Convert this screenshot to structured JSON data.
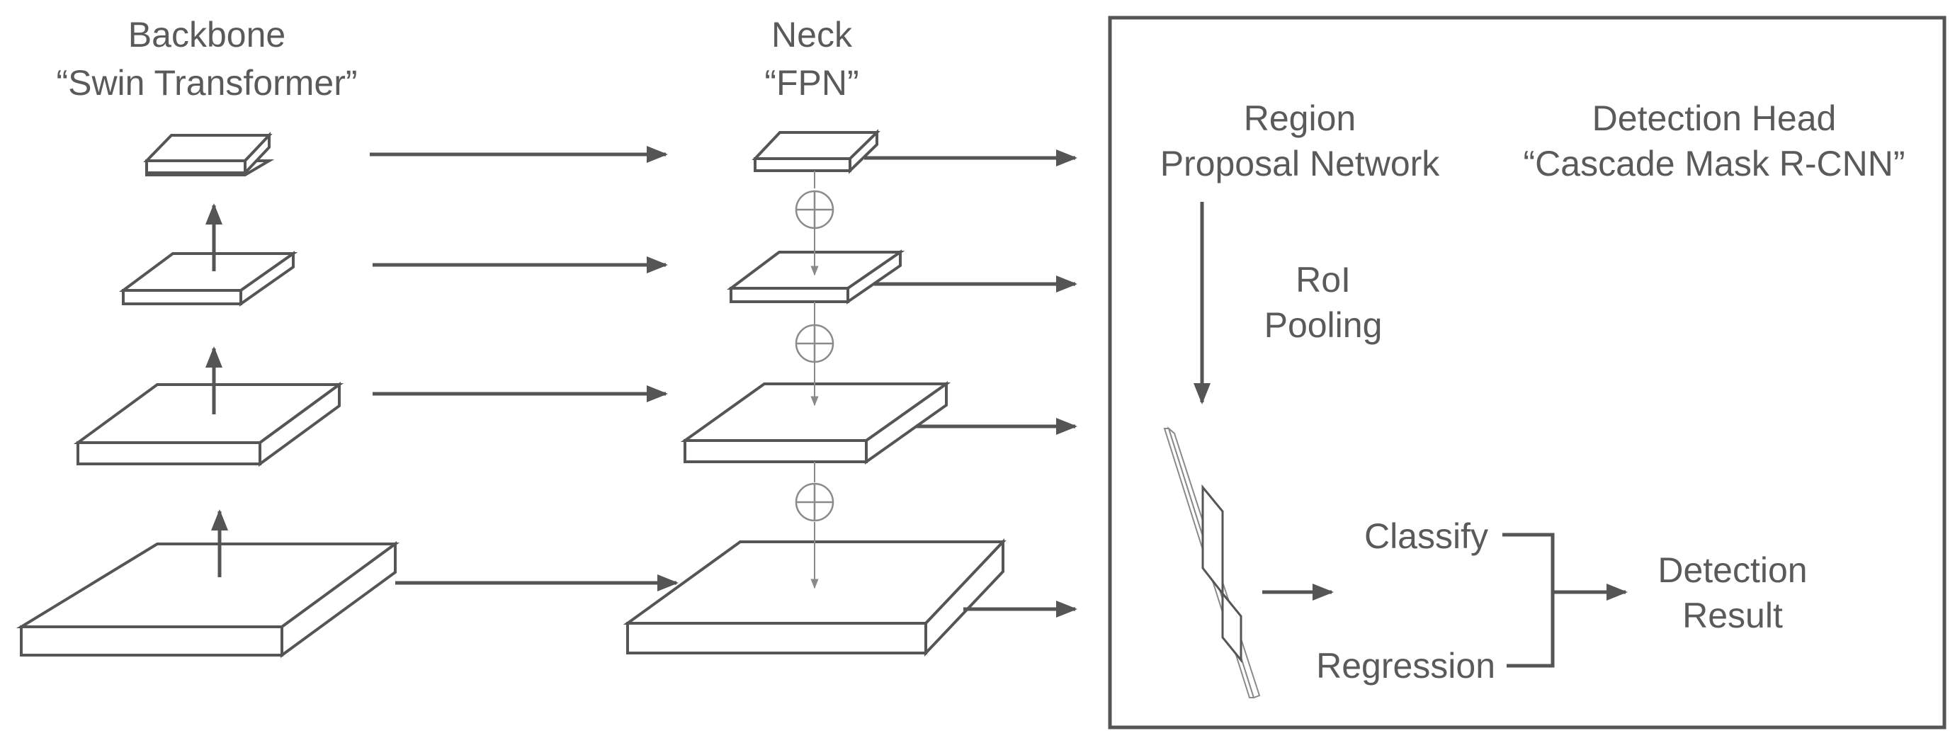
{
  "backbone": {
    "title": "Backbone",
    "subtitle": "“Swin Transformer”"
  },
  "neck": {
    "title": "Neck",
    "subtitle": "“FPN”"
  },
  "rpn": {
    "line1": "Region",
    "line2": "Proposal Network"
  },
  "detection_head": {
    "line1": "Detection Head",
    "line2": "“Cascade Mask R-CNN”"
  },
  "roi_pooling": {
    "line1": "RoI",
    "line2": "Pooling"
  },
  "classify_label": "Classify",
  "regression_label": "Regression",
  "result": {
    "line1": "Detection",
    "line2": "Result"
  },
  "colors": {
    "stroke": "#555555",
    "text": "#5a5a5a",
    "light_stroke": "#8a8a8a",
    "background": "#ffffff"
  }
}
